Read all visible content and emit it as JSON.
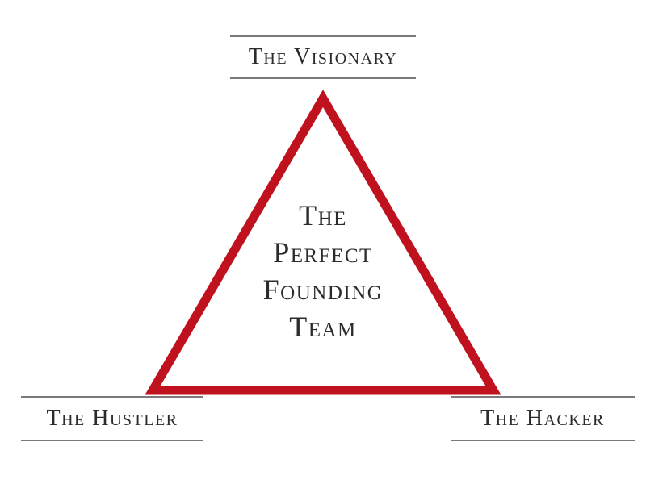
{
  "diagram": {
    "title": "The Perfect Founding Team",
    "top_label": "The Visionary",
    "bottom_left_label": "The Hustler",
    "bottom_right_label": "The Hacker",
    "center_lines": [
      "The",
      "Perfect",
      "Founding",
      "Team"
    ],
    "colors": {
      "triangle_red": "#c0121e",
      "rule_gray": "#7a7a7a",
      "text_dark": "#2b2b2b",
      "background": "#ffffff"
    }
  }
}
